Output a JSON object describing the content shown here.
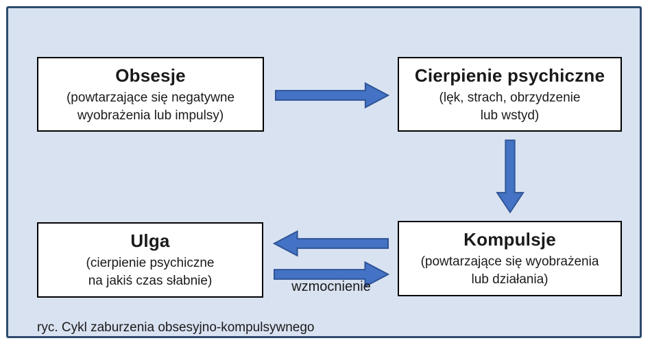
{
  "colors": {
    "background": "#d9e2f1",
    "frame_border": "#2e4a6e",
    "box_fill": "#ffffff",
    "box_border": "#000000",
    "arrow_fill": "#4472c4",
    "arrow_stroke": "#2f5496",
    "text": "#1a1a1a"
  },
  "nodes": {
    "obsesje": {
      "title": "Obsesje",
      "subtitle_line1": "(powtarzające się negatywne",
      "subtitle_line2": "wyobrażenia lub impulsy)"
    },
    "cierpienie": {
      "title": "Cierpienie psychiczne",
      "subtitle_line1": "(lęk, strach, obrzydzenie",
      "subtitle_line2": "lub wstyd)"
    },
    "kompulsje": {
      "title": "Kompulsje",
      "subtitle_line1": "(powtarzające się wyobrażenia",
      "subtitle_line2": "lub działania)"
    },
    "ulga": {
      "title": "Ulga",
      "subtitle_line1": "(cierpienie psychiczne",
      "subtitle_line2": "na jakiś czas słabnie)"
    }
  },
  "edges": {
    "obsesje_to_cierpienie": "",
    "cierpienie_to_kompulsje": "",
    "kompulsje_to_ulga": "",
    "ulga_to_kompulsje_label": "wzmocnienie"
  },
  "caption": "ryc. Cykl zaburzenia obsesyjno-kompulsywnego"
}
